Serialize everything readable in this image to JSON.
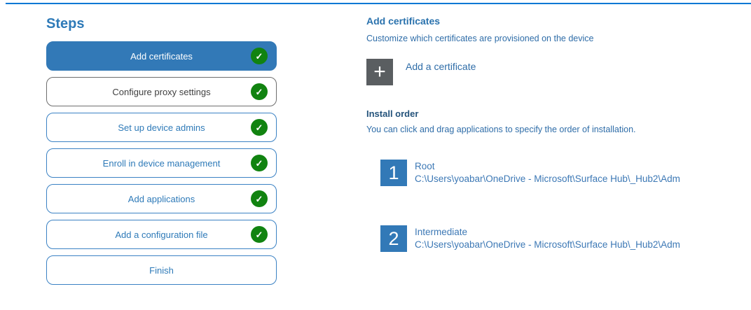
{
  "colors": {
    "accent": "#0078d4",
    "selected_step_bg": "#3279b7",
    "step_border_blue": "#3b82c4",
    "step_text_blue": "#2e7ab8",
    "check_green": "#118310",
    "plus_button_gray": "#5a5e61",
    "number_square_blue": "#3279b7"
  },
  "icons": {
    "check": "✓",
    "plus": "+"
  },
  "steps_panel": {
    "title": "Steps",
    "items": [
      {
        "label": "Add certificates",
        "state": "selected",
        "checked": true
      },
      {
        "label": "Configure proxy settings",
        "state": "visited",
        "checked": true
      },
      {
        "label": "Set up device admins",
        "state": "normal",
        "checked": true
      },
      {
        "label": "Enroll in device management",
        "state": "normal",
        "checked": true
      },
      {
        "label": "Add applications",
        "state": "normal",
        "checked": true
      },
      {
        "label": "Add a configuration file",
        "state": "normal",
        "checked": true
      },
      {
        "label": "Finish",
        "state": "normal",
        "checked": false
      }
    ]
  },
  "main": {
    "title": "Add certificates",
    "subtitle": "Customize which certificates are provisioned on the device",
    "add_button": {
      "label": "Add a certificate"
    },
    "install_order": {
      "title": "Install order",
      "description": "You can click and drag applications to specify the order of installation.",
      "items": [
        {
          "number": "1",
          "name": "Root",
          "path": "C:\\Users\\yoabar\\OneDrive - Microsoft\\Surface Hub\\_Hub2\\Adm"
        },
        {
          "number": "2",
          "name": "Intermediate",
          "path": "C:\\Users\\yoabar\\OneDrive - Microsoft\\Surface Hub\\_Hub2\\Adm"
        }
      ]
    }
  }
}
